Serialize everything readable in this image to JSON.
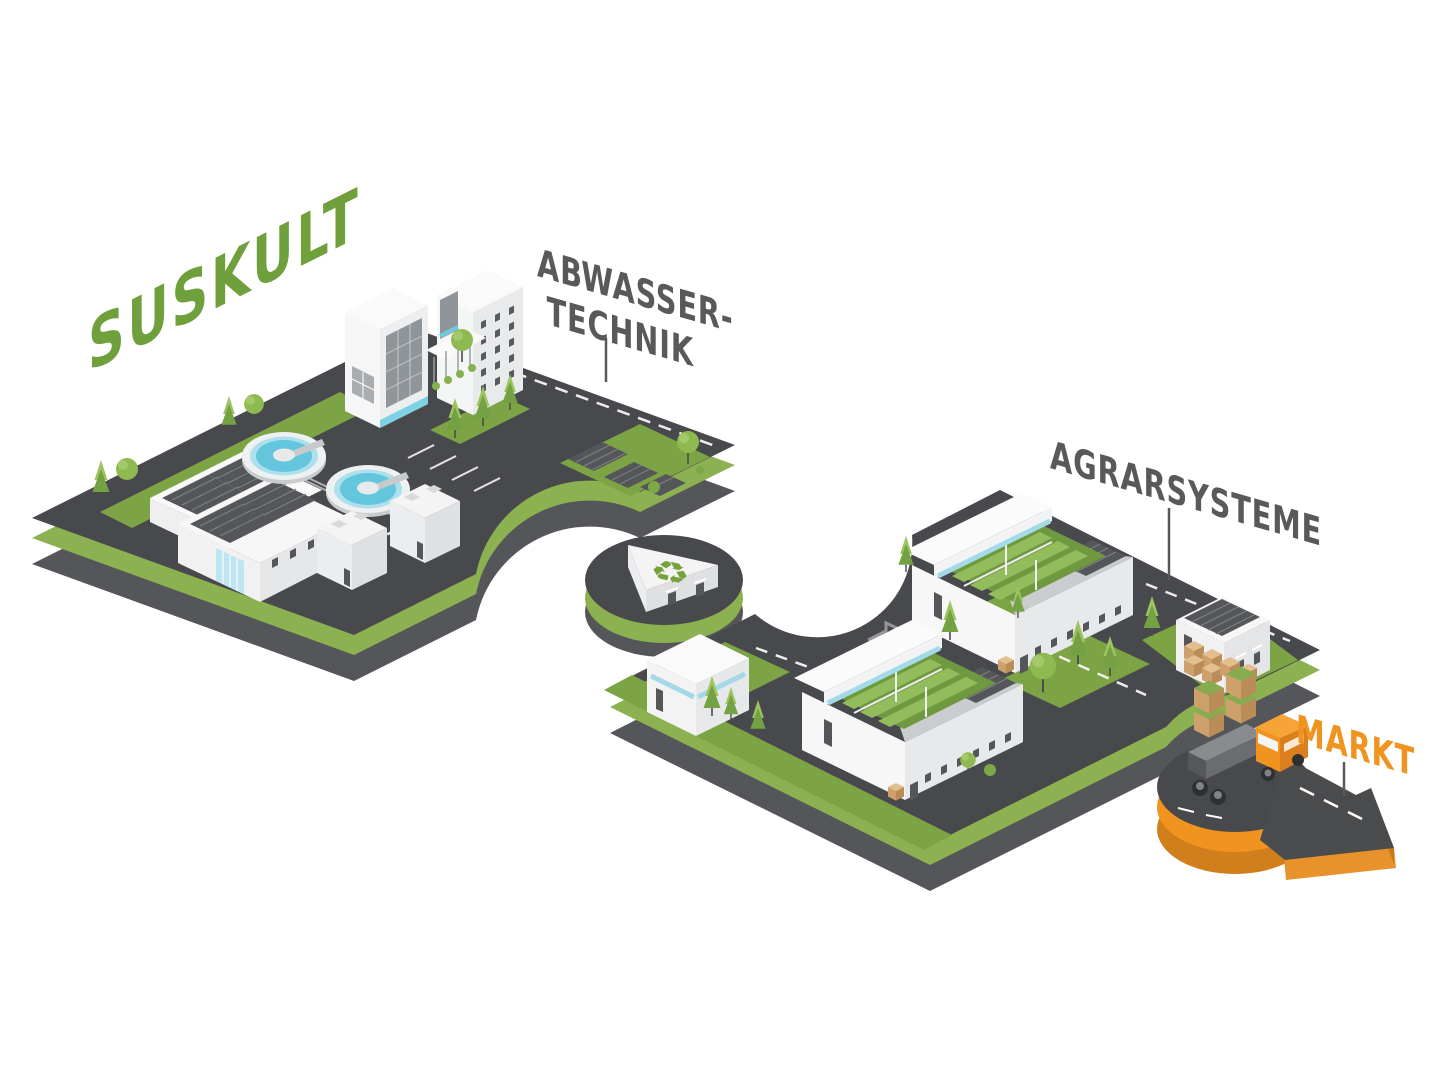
{
  "title": {
    "text": "SUSKULT",
    "color": "#6FA03C"
  },
  "labels": {
    "wastewater": {
      "line1": "ABWASSER-",
      "line2": "TECHNIK",
      "color": "#58595B"
    },
    "agriculture": {
      "line1": "AGRARSYSTEME",
      "color": "#58595B"
    },
    "market": {
      "line1": "MARKT",
      "color": "#F0931F"
    }
  },
  "icons": {
    "recycling": {
      "glyph": "♻",
      "color": "#76A23C"
    }
  },
  "scene": {
    "platforms": [
      {
        "name": "wastewater-plant-platform",
        "elements": [
          "office-building",
          "solar-roof-hall",
          "clarifier-tank",
          "clarifier-tank",
          "storage-tank",
          "storage-tank",
          "ground-solar-panels",
          "trees",
          "roads",
          "parking"
        ]
      },
      {
        "name": "recycling-hub-platform",
        "elements": [
          "triangular-recycling-building"
        ]
      },
      {
        "name": "agriculture-platform",
        "elements": [
          "vertical-farm-greenhouse",
          "vertical-farm-greenhouse",
          "utility-building",
          "solar-roof-shed",
          "produce-crates",
          "trees",
          "roads",
          "pipe-bridges"
        ]
      },
      {
        "name": "market-road-platform",
        "elements": [
          "delivery-truck",
          "produce-crates",
          "road-arrow"
        ]
      }
    ]
  },
  "colors": {
    "brand_green": "#6FA03C",
    "rim_green": "#8CB151",
    "grass_green": "#7CA344",
    "platform_top": "#48494C",
    "platform_side": "#55565A",
    "label_gray": "#58595B",
    "accent_orange": "#F0931F",
    "orange_dark": "#D07F1C",
    "water_blue": "#64C6DC",
    "glass_blue": "#A4D9E7",
    "solar_panel": "#54565A",
    "crate_tan": "#D6AC7B",
    "building_white": "#F6F6F7"
  }
}
